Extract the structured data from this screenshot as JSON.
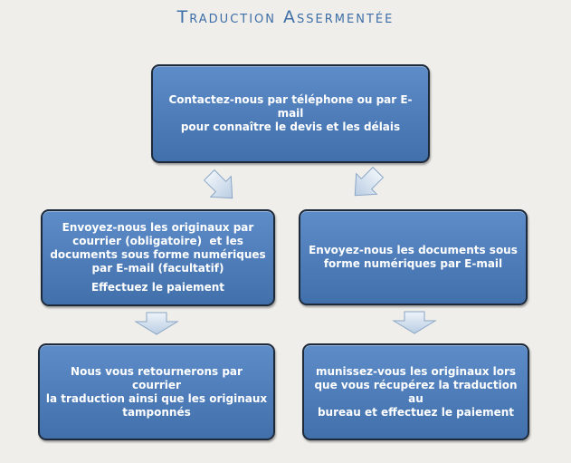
{
  "title": "Traduction Assermentée",
  "steps": [
    {
      "lines": [
        "Contactez-nous par téléphone ou par E-mail",
        "pour connaître le devis et les délais"
      ]
    },
    {
      "lines": [
        "Envoyez-nous les originaux par",
        "courrier (obligatoire)  et les",
        "documents sous forme numériques",
        "par E-mail (facultatif)"
      ],
      "extra": "Effectuez le paiement"
    },
    {
      "lines": [
        "Envoyez-nous les documents sous",
        "forme numériques par E-mail"
      ]
    },
    {
      "lines": [
        "Nous vous retournerons par courrier",
        "la traduction ainsi que les originaux",
        "tamponnés"
      ]
    },
    {
      "lines": [
        "munissez-vous les originaux lors",
        "que vous récupérez la traduction au",
        "bureau et effectuez le paiement"
      ]
    }
  ],
  "colors": {
    "box_fill": "#4e7cb8",
    "box_border": "#1e2a3a",
    "title": "#3f6fa8",
    "arrow_fill": "#dbe6f2"
  }
}
